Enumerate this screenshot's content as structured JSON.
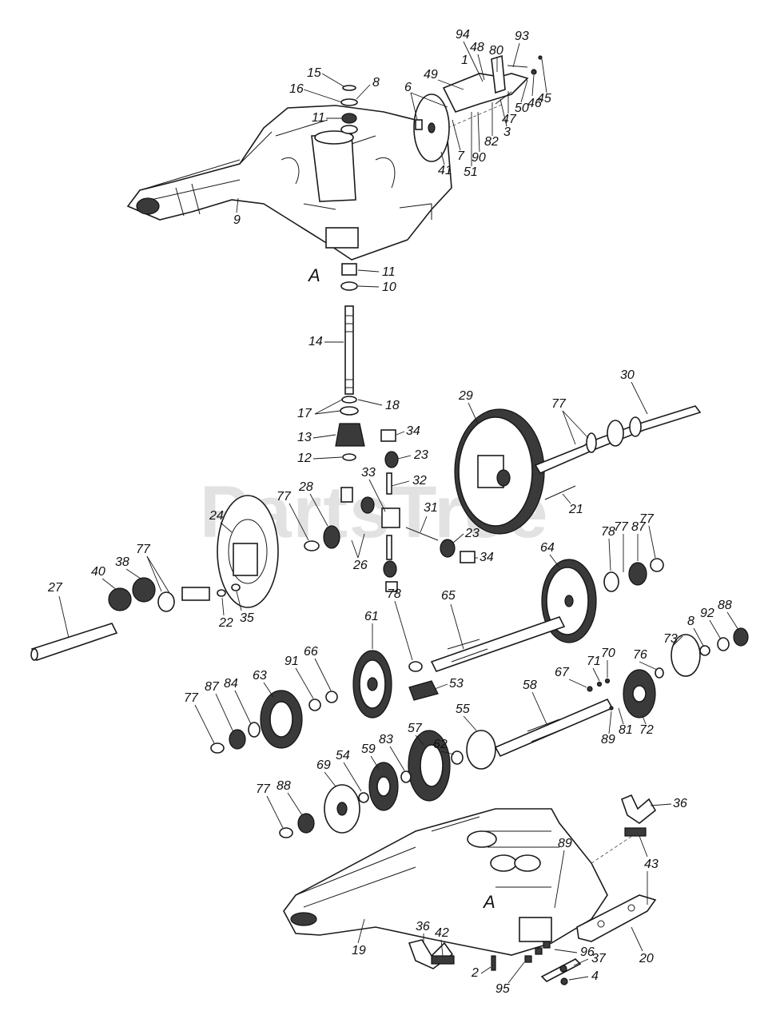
{
  "watermark": "PartsTree",
  "section_markers": [
    "A",
    "A"
  ],
  "callouts": {
    "c15": "15",
    "c8a": "8",
    "c16": "16",
    "c11a": "11",
    "c94": "94",
    "c48": "48",
    "c93": "93",
    "c1": "1",
    "c80": "80",
    "c49": "49",
    "c6": "6",
    "c45": "45",
    "c46": "46",
    "c50": "50",
    "c47": "47",
    "c82": "82",
    "c3": "3",
    "c7": "7",
    "c90": "90",
    "c51": "51",
    "c41": "41",
    "c9": "9",
    "c11b": "11",
    "c10": "10",
    "c14": "14",
    "c17": "17",
    "c18": "18",
    "c13": "13",
    "c12": "12",
    "c34a": "34",
    "c23a": "23",
    "c33": "33",
    "c32": "32",
    "c29": "29",
    "c77a": "77",
    "c30": "30",
    "c21": "21",
    "c31": "31",
    "c23b": "23",
    "c34b": "34",
    "c77b": "77",
    "c28": "28",
    "c24": "24",
    "c26": "26",
    "c78a": "78",
    "c77c": "77",
    "c87a": "87",
    "c77d": "77",
    "c64": "64",
    "c40": "40",
    "c38": "38",
    "c77e": "77",
    "c27": "27",
    "c22": "22",
    "c35": "35",
    "c78b": "78",
    "c65": "65",
    "c61": "61",
    "c91": "91",
    "c66": "66",
    "c76": "76",
    "c73": "73",
    "c8b": "8",
    "c92": "92",
    "c88a": "88",
    "c70": "70",
    "c71": "71",
    "c67": "67",
    "c53": "53",
    "c63": "63",
    "c87b": "87",
    "c84": "84",
    "c77f": "77",
    "c55": "55",
    "c58": "58",
    "c89a": "89",
    "c81": "81",
    "c72": "72",
    "c57": "57",
    "c62": "62",
    "c59": "59",
    "c83": "83",
    "c54": "54",
    "c69": "69",
    "c88b": "88",
    "c77g": "77",
    "c36a": "36",
    "c43": "43",
    "c89b": "89",
    "c19": "19",
    "c36b": "36",
    "c42": "42",
    "c20": "20",
    "c96": "96",
    "c37": "37",
    "c4": "4",
    "c2": "2",
    "c95": "95"
  },
  "icons": [
    "upper-housing-icon",
    "lower-housing-icon",
    "gear-icon",
    "bearing-icon",
    "washer-icon",
    "shaft-icon",
    "shift-fork-icon"
  ]
}
